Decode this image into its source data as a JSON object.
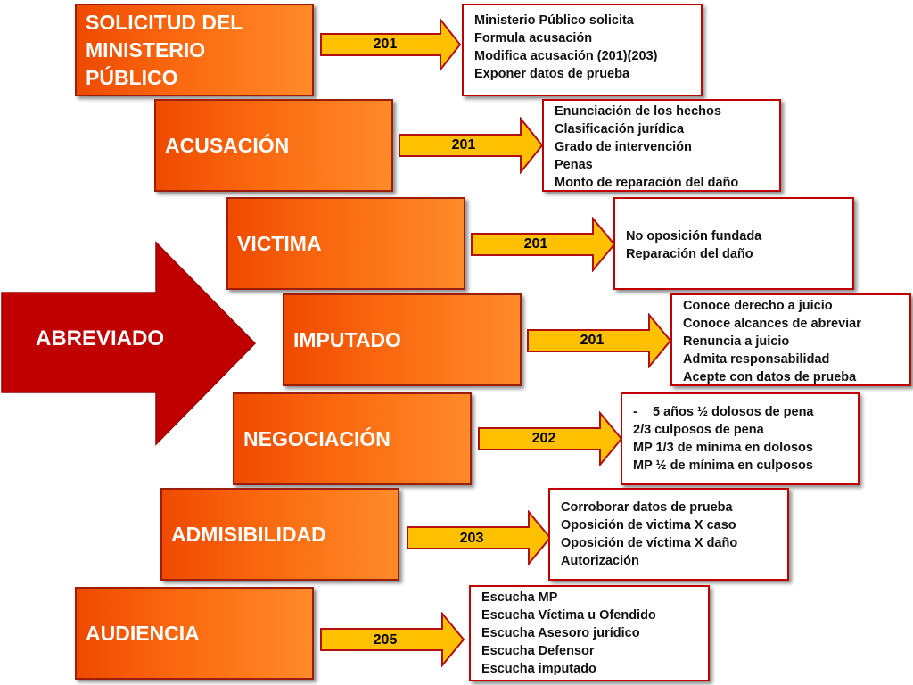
{
  "main_arrow": {
    "label": "ABREVIADO",
    "color": "#c00000"
  },
  "colors": {
    "stage_fill": "#fb6a10",
    "stage_border": "#9c1d08",
    "connector_fill": "#ffc000",
    "connector_border": "#b01010",
    "info_border": "#c00000"
  },
  "stages": [
    {
      "title_lines": [
        "SOLICITUD DEL",
        "MINISTERIO",
        "PÚBLICO"
      ],
      "article": "201",
      "items": [
        "Ministerio Público solicita",
        "Formula acusación",
        "Modifica acusación (201)(203)",
        "Exponer datos de prueba"
      ]
    },
    {
      "title_lines": [
        "ACUSACIÓN"
      ],
      "article": "201",
      "items": [
        "Enunciación de los hechos",
        "Clasificación jurídica",
        "Grado de intervención",
        "Penas",
        "Monto de reparación del daño"
      ]
    },
    {
      "title_lines": [
        "VICTIMA"
      ],
      "article": "201",
      "items": [
        "No oposición fundada",
        "Reparación del daño"
      ]
    },
    {
      "title_lines": [
        "IMPUTADO"
      ],
      "article": "201",
      "items": [
        "Conoce derecho a juicio",
        "Conoce alcances de abreviar",
        "Renuncia a juicio",
        "Admita responsabilidad",
        "Acepte con datos de prueba"
      ]
    },
    {
      "title_lines": [
        "NEGOCIACIÓN"
      ],
      "article": "202",
      "items": [
        "-",
        "5 años ½ dolosos de pena",
        "2/3  culposos de pena",
        "MP 1/3 de mínima en dolosos",
        "MP ½ de mínima en culposos"
      ]
    },
    {
      "title_lines": [
        "ADMISIBILIDAD"
      ],
      "article": "203",
      "items": [
        "Corroborar datos de prueba",
        "Oposición de victima X caso",
        "Oposición de víctima X daño",
        "Autorización"
      ]
    },
    {
      "title_lines": [
        "AUDIENCIA"
      ],
      "article": "205",
      "items": [
        "Escucha MP",
        "Escucha Víctima u Ofendido",
        "Escucha Asesoro jurídico",
        "Escucha Defensor",
        "Escucha imputado"
      ]
    }
  ]
}
